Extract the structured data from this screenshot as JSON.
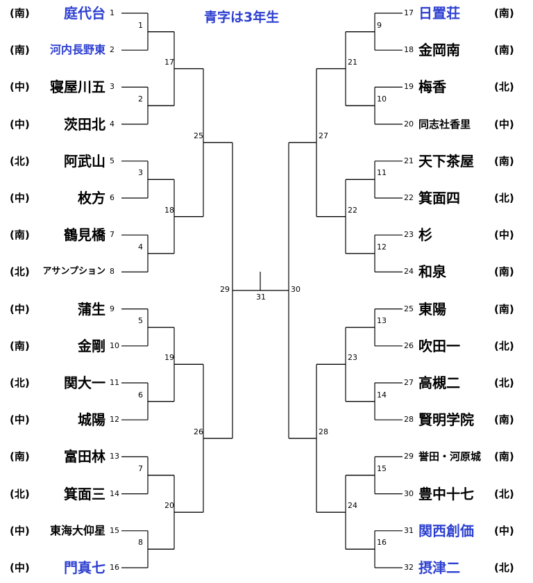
{
  "title": "青字は3年生",
  "colors": {
    "third_year": "#2c3fd0",
    "default": "#000000",
    "line": "#000000"
  },
  "left": [
    {
      "seed": "1",
      "region": "(南)",
      "school": "庭代台",
      "third_year": true
    },
    {
      "seed": "2",
      "region": "(南)",
      "school": "河内長野東",
      "third_year": true
    },
    {
      "seed": "3",
      "region": "(中)",
      "school": "寝屋川五",
      "third_year": false
    },
    {
      "seed": "4",
      "region": "(中)",
      "school": "茨田北",
      "third_year": false
    },
    {
      "seed": "5",
      "region": "(北)",
      "school": "阿武山",
      "third_year": false
    },
    {
      "seed": "6",
      "region": "(中)",
      "school": "枚方",
      "third_year": false
    },
    {
      "seed": "7",
      "region": "(南)",
      "school": "鶴見橋",
      "third_year": false
    },
    {
      "seed": "8",
      "region": "(北)",
      "school": "アサンプション",
      "third_year": false
    },
    {
      "seed": "9",
      "region": "(中)",
      "school": "蒲生",
      "third_year": false
    },
    {
      "seed": "10",
      "region": "(南)",
      "school": "金剛",
      "third_year": false
    },
    {
      "seed": "11",
      "region": "(北)",
      "school": "関大一",
      "third_year": false
    },
    {
      "seed": "12",
      "region": "(中)",
      "school": "城陽",
      "third_year": false
    },
    {
      "seed": "13",
      "region": "(南)",
      "school": "富田林",
      "third_year": false
    },
    {
      "seed": "14",
      "region": "(北)",
      "school": "箕面三",
      "third_year": false
    },
    {
      "seed": "15",
      "region": "(中)",
      "school": "東海大仰星",
      "third_year": false
    },
    {
      "seed": "16",
      "region": "(中)",
      "school": "門真七",
      "third_year": true
    }
  ],
  "right": [
    {
      "seed": "17",
      "region": "(南)",
      "school": "日置荘",
      "third_year": true
    },
    {
      "seed": "18",
      "region": "(南)",
      "school": "金岡南",
      "third_year": false
    },
    {
      "seed": "19",
      "region": "(北)",
      "school": "梅香",
      "third_year": false
    },
    {
      "seed": "20",
      "region": "(中)",
      "school": "同志社香里",
      "third_year": false
    },
    {
      "seed": "21",
      "region": "(南)",
      "school": "天下茶屋",
      "third_year": false
    },
    {
      "seed": "22",
      "region": "(北)",
      "school": "箕面四",
      "third_year": false
    },
    {
      "seed": "23",
      "region": "(中)",
      "school": "杉",
      "third_year": false
    },
    {
      "seed": "24",
      "region": "(南)",
      "school": "和泉",
      "third_year": false
    },
    {
      "seed": "25",
      "region": "(南)",
      "school": "東陽",
      "third_year": false
    },
    {
      "seed": "26",
      "region": "(北)",
      "school": "吹田一",
      "third_year": false
    },
    {
      "seed": "27",
      "region": "(北)",
      "school": "高槻二",
      "third_year": false
    },
    {
      "seed": "28",
      "region": "(南)",
      "school": "賢明学院",
      "third_year": false
    },
    {
      "seed": "29",
      "region": "(南)",
      "school": "誉田・河原城",
      "third_year": false
    },
    {
      "seed": "30",
      "region": "(北)",
      "school": "豊中十七",
      "third_year": false
    },
    {
      "seed": "31",
      "region": "(中)",
      "school": "関西創価",
      "third_year": true
    },
    {
      "seed": "32",
      "region": "(北)",
      "school": "摂津二",
      "third_year": true
    }
  ],
  "match_numbers": {
    "left_r1": [
      "1",
      "2",
      "3",
      "4",
      "5",
      "6",
      "7",
      "8"
    ],
    "left_r2": [
      "17",
      "18",
      "19",
      "20"
    ],
    "left_r3": [
      "25",
      "26"
    ],
    "left_r4": "29",
    "right_r1": [
      "9",
      "10",
      "11",
      "12",
      "13",
      "14",
      "15",
      "16"
    ],
    "right_r2": [
      "21",
      "22",
      "23",
      "24"
    ],
    "right_r3": [
      "27",
      "28"
    ],
    "right_r4": "30",
    "final": "31"
  }
}
